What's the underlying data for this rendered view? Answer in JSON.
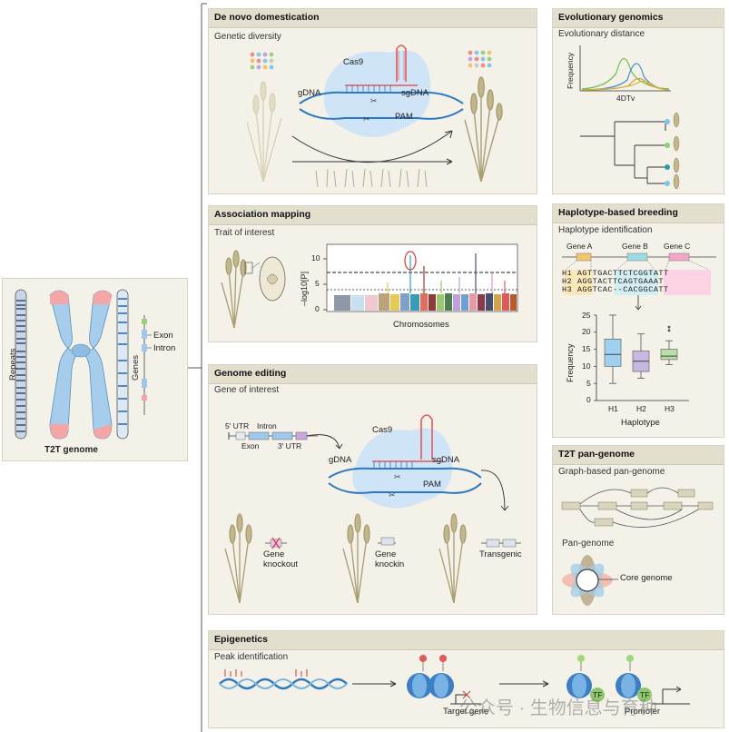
{
  "t2t": {
    "title": "T2T genome",
    "repeats_label": "Repeats",
    "genes_label": "Genes",
    "exon_label": "Exon",
    "intron_label": "Intron"
  },
  "de_novo": {
    "title": "De novo domestication",
    "subtitle": "Genetic diversity",
    "cas9": "Cas9",
    "gdna": "gDNA",
    "sgdna": "sgDNA",
    "pam": "PAM"
  },
  "association": {
    "title": "Association mapping",
    "subtitle": "Trait of interest",
    "ylabel": "–log10[P]",
    "xlabel": "Chromosomes",
    "yticks": [
      "10",
      "5",
      "0"
    ]
  },
  "genome_editing": {
    "title": "Genome editing",
    "subtitle": "Gene of interest",
    "utr5": "5′ UTR",
    "intron": "Intron",
    "exon": "Exon",
    "utr3": "3′ UTR",
    "cas9": "Cas9",
    "gdna": "gDNA",
    "sgdna": "sgDNA",
    "pam": "PAM",
    "knockout": "Gene knockout",
    "knockin": "Gene knockin",
    "transgenic": "Transgenic"
  },
  "evo": {
    "title": "Evolutionary genomics",
    "subtitle": "Evolutionary distance",
    "ylabel": "Frequency",
    "xlabel": "4DTv"
  },
  "haplo": {
    "title": "Haplotype-based breeding",
    "subtitle": "Haplotype identification",
    "gene_a": "Gene A",
    "gene_b": "Gene B",
    "gene_c": "Gene C",
    "h1_label": "H1",
    "h2_label": "H2",
    "h3_label": "H3",
    "h1_seq": "AGTTGACTTCTCGGTATT",
    "h2_seq": "AGGTACTTCAGTGAAAT",
    "h3_seq": "AGGTCAC--CACGGCATT",
    "ylabel": "Frequency",
    "xlabel": "Haplotype",
    "yticks": [
      "25",
      "20",
      "15",
      "10",
      "5",
      "0"
    ],
    "categories": [
      "H1",
      "H2",
      "H3"
    ]
  },
  "chart_data": {
    "type": "box",
    "title": "",
    "xlabel": "Haplotype",
    "ylabel": "Frequency",
    "ylim": [
      0,
      25
    ],
    "categories": [
      "H1",
      "H2",
      "H3"
    ],
    "boxes": [
      {
        "min": 5,
        "q1": 10,
        "median": 13.5,
        "q3": 18,
        "max": 25
      },
      {
        "min": 6.5,
        "q1": 8.5,
        "median": 11.5,
        "q3": 14.5,
        "max": 19.5
      },
      {
        "min": 10.5,
        "q1": 12,
        "median": 13,
        "q3": 15,
        "max": 17.5,
        "outliers": [
          20.5,
          21.5
        ]
      }
    ],
    "colors": [
      "#9fd0ee",
      "#c7b8e2",
      "#b7e0a8"
    ]
  },
  "pan": {
    "title": "T2T pan-genome",
    "subtitle": "Graph-based pan-genome",
    "pan_label": "Pan-genome",
    "core_label": "Core genome"
  },
  "epi": {
    "title": "Epigenetics",
    "subtitle": "Peak identification",
    "target_gene": "Target gene",
    "promoter": "Promoter",
    "tf": "TF"
  },
  "watermark": "公众号 · 生物信息与育种"
}
